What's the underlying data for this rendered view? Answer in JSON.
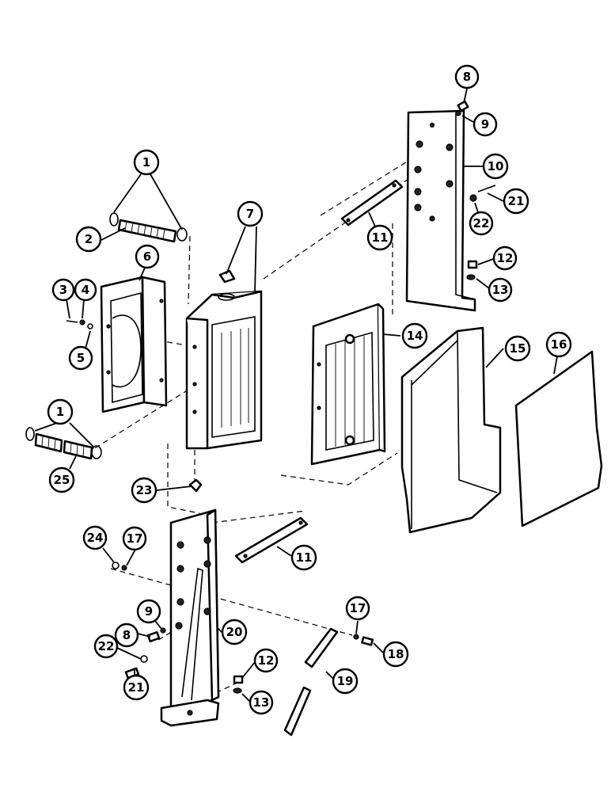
{
  "callouts": {
    "c1a": "1",
    "c1b": "1",
    "c2": "2",
    "c3": "3",
    "c4": "4",
    "c5": "5",
    "c6": "6",
    "c7": "7",
    "c8a": "8",
    "c8b": "8",
    "c9a": "9",
    "c9b": "9",
    "c10": "10",
    "c11a": "11",
    "c11b": "11",
    "c12a": "12",
    "c12b": "12",
    "c13a": "13",
    "c13b": "13",
    "c14": "14",
    "c15": "15",
    "c16": "16",
    "c17a": "17",
    "c17b": "17",
    "c18": "18",
    "c19": "19",
    "c20": "20",
    "c21a": "21",
    "c21b": "21",
    "c22a": "22",
    "c22b": "22",
    "c23": "23",
    "c24": "24",
    "c25": "25"
  }
}
